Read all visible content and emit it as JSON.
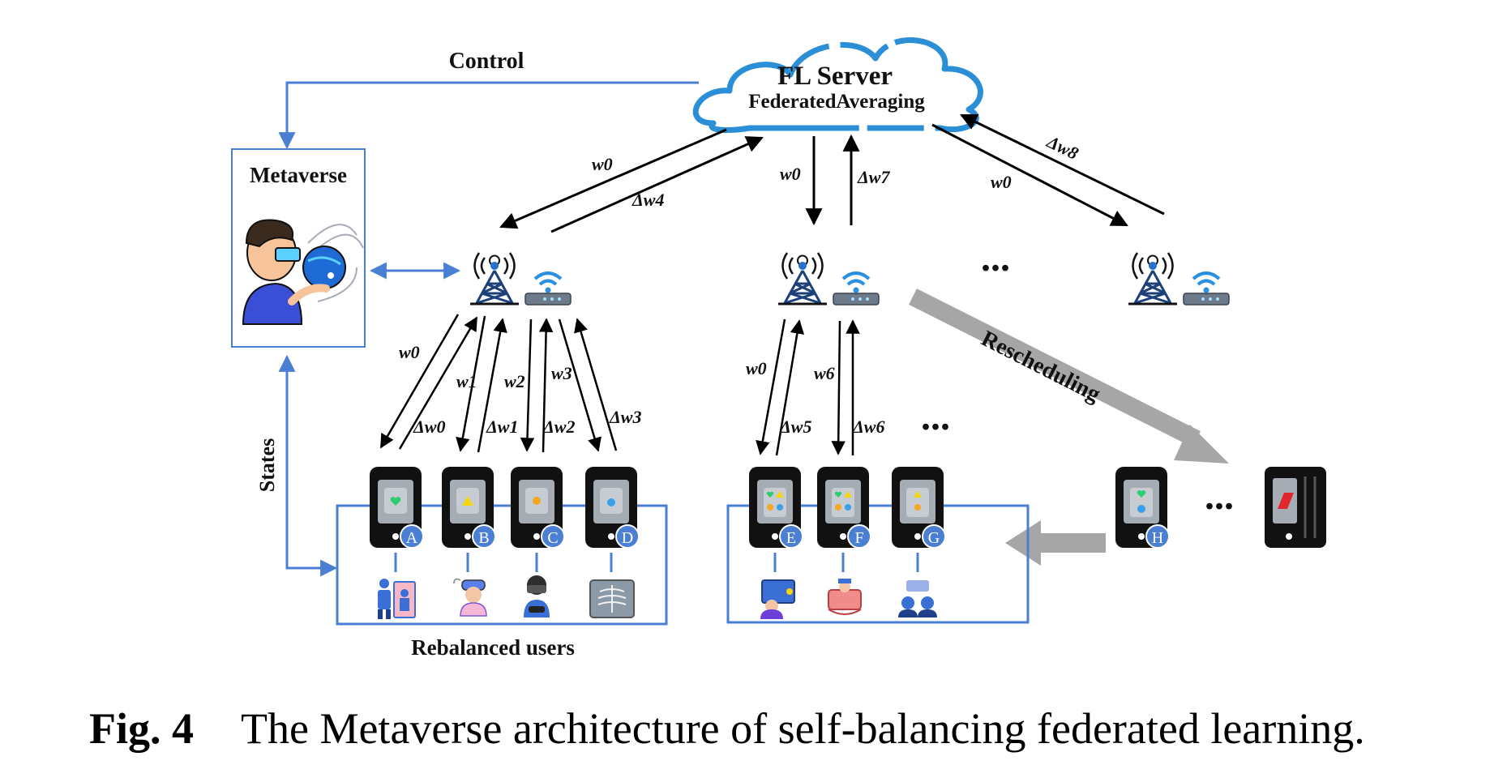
{
  "server": {
    "title": "FL Server",
    "subtitle": "FederatedAveraging"
  },
  "control_label": "Control",
  "metaverse_label": "Metaverse",
  "states_label": "States",
  "rebalanced_label": "Rebalanced users",
  "rescheduling_label": "Rescheduling",
  "ellipsis": "...",
  "server_links": {
    "w0": "w0",
    "dw4": "Δw4",
    "dw7": "Δw7",
    "dw8": "Δw8"
  },
  "group1_links": {
    "w0": "w0",
    "w1": "w1",
    "w2": "w2",
    "w3": "w3",
    "dw0": "Δw0",
    "dw1": "Δw1",
    "dw2": "Δw2",
    "dw3": "Δw3"
  },
  "group2_links": {
    "w0": "w0",
    "w6": "w6",
    "dw5": "Δw5",
    "dw6": "Δw6"
  },
  "devices": [
    "A",
    "B",
    "C",
    "D",
    "E",
    "F",
    "G",
    "H"
  ],
  "colors": {
    "accent_blue": "#4a7fd4",
    "cloud_blue": "#2a8fd6",
    "tower_blue": "#1d3f7a",
    "gray_arrow": "#a6a6a6"
  },
  "caption": {
    "number": "Fig. 4",
    "text": "The Metaverse architecture of self-balancing federated learning."
  }
}
